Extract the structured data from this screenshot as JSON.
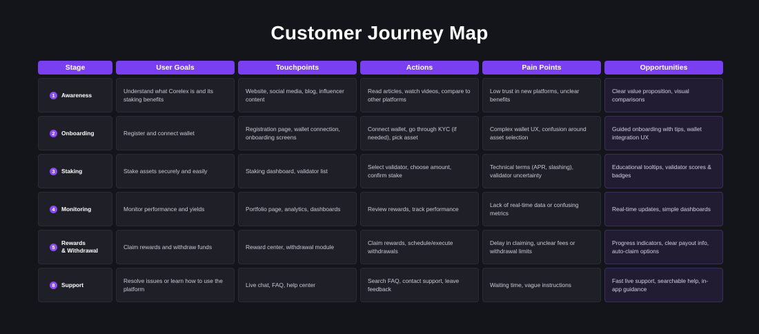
{
  "title": "Customer Journey Map",
  "colors": {
    "background": "#14141b",
    "header": "#7b3ff2",
    "cell": "#1e1f27",
    "opportunity_cell": "#221c33",
    "badge": "#8a4bf5"
  },
  "headers": [
    "Stage",
    "User Goals",
    "Touchpoints",
    "Actions",
    "Pain Points",
    "Opportunities"
  ],
  "rows": [
    {
      "num": "1",
      "stage": "Awareness",
      "goals": "Understand what Corelex is and its staking benefits",
      "touchpoints": "Website, social media, blog, influencer content",
      "actions": "Read articles, watch videos, compare to other platforms",
      "pain": "Low trust in new platforms, unclear benefits",
      "opportunities": "Clear value proposition, visual comparisons"
    },
    {
      "num": "2",
      "stage": "Onboarding",
      "goals": "Register and connect wallet",
      "touchpoints": "Registration page, wallet connection, onboarding screens",
      "actions": "Connect wallet, go through KYC (if needed), pick asset",
      "pain": "Complex wallet UX, confusion around asset selection",
      "opportunities": "Guided onboarding with tips, wallet integration UX"
    },
    {
      "num": "3",
      "stage": "Staking",
      "goals": "Stake assets securely and easily",
      "touchpoints": "Staking dashboard, validator list",
      "actions": "Select validator, choose amount, confirm stake",
      "pain": "Technical terms (APR, slashing), validator uncertainty",
      "opportunities": "Educational tooltips, validator scores & badges"
    },
    {
      "num": "4",
      "stage": "Monitoring",
      "goals": "Monitor performance and yields",
      "touchpoints": "Portfolio page, analytics, dashboards",
      "actions": "Review rewards, track performance",
      "pain": "Lack of real-time data or confusing metrics",
      "opportunities": "Real-time updates, simple dashboards"
    },
    {
      "num": "5",
      "stage": "Rewards\n& Withdrawal",
      "goals": "Claim rewards and withdraw funds",
      "touchpoints": "Reward center, withdrawal module",
      "actions": "Claim rewards, schedule/execute withdrawals",
      "pain": "Delay in claiming, unclear fees or withdrawal limits",
      "opportunities": "Progress indicators, clear payout info, auto-claim options"
    },
    {
      "num": "8",
      "stage": "Support",
      "goals": "Resolve issues or learn how to use the platform",
      "touchpoints": "Live chat, FAQ, help center",
      "actions": "Search FAQ, contact support, leave feedback",
      "pain": "Waiting time, vague instructions",
      "opportunities": "Fast live support, searchable help, in-app guidance"
    }
  ]
}
